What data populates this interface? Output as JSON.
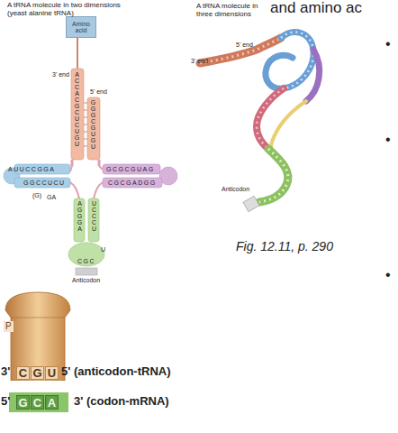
{
  "diagram": {
    "caption": "Fig. 12.11, p. 290",
    "nodes": [
      {
        "text": [
          "Amino acid"
        ]
      },
      {
        "text": [
          "P"
        ]
      },
      {
        "text": [
          "C"
        ],
        "in": 1
      },
      {
        "text": [
          "G"
        ],
        "in": 1
      },
      {
        "text": [
          "U"
        ],
        "in": 1
      },
      {
        "text": [
          "G"
        ]
      },
      {
        "text": [
          "C"
        ]
      },
      {
        "text": [
          "A"
        ]
      }
    ],
    "labels": [
      "and amino ac",
      "A tRNA molecule in two dimensions (yeast alanine tRNA)",
      "3' end",
      "5' end",
      "ACCACGCUCUGU",
      "GGGCGUGU",
      "AUUCCGGA",
      "GGCCUCU",
      "GCGCGUAG",
      "CGCGADGG",
      "(G)",
      "GA",
      "AGGGA",
      "UCCCU",
      "CGC",
      "U",
      "Anticodon",
      "A tRNA molecule in three dimensions",
      "5' end",
      "3' end",
      "Anticodon",
      "•",
      "•",
      "•",
      "3'",
      "5' (anticodon-tRNA)",
      "5'",
      "3' (codon-mRNA)"
    ]
  }
}
